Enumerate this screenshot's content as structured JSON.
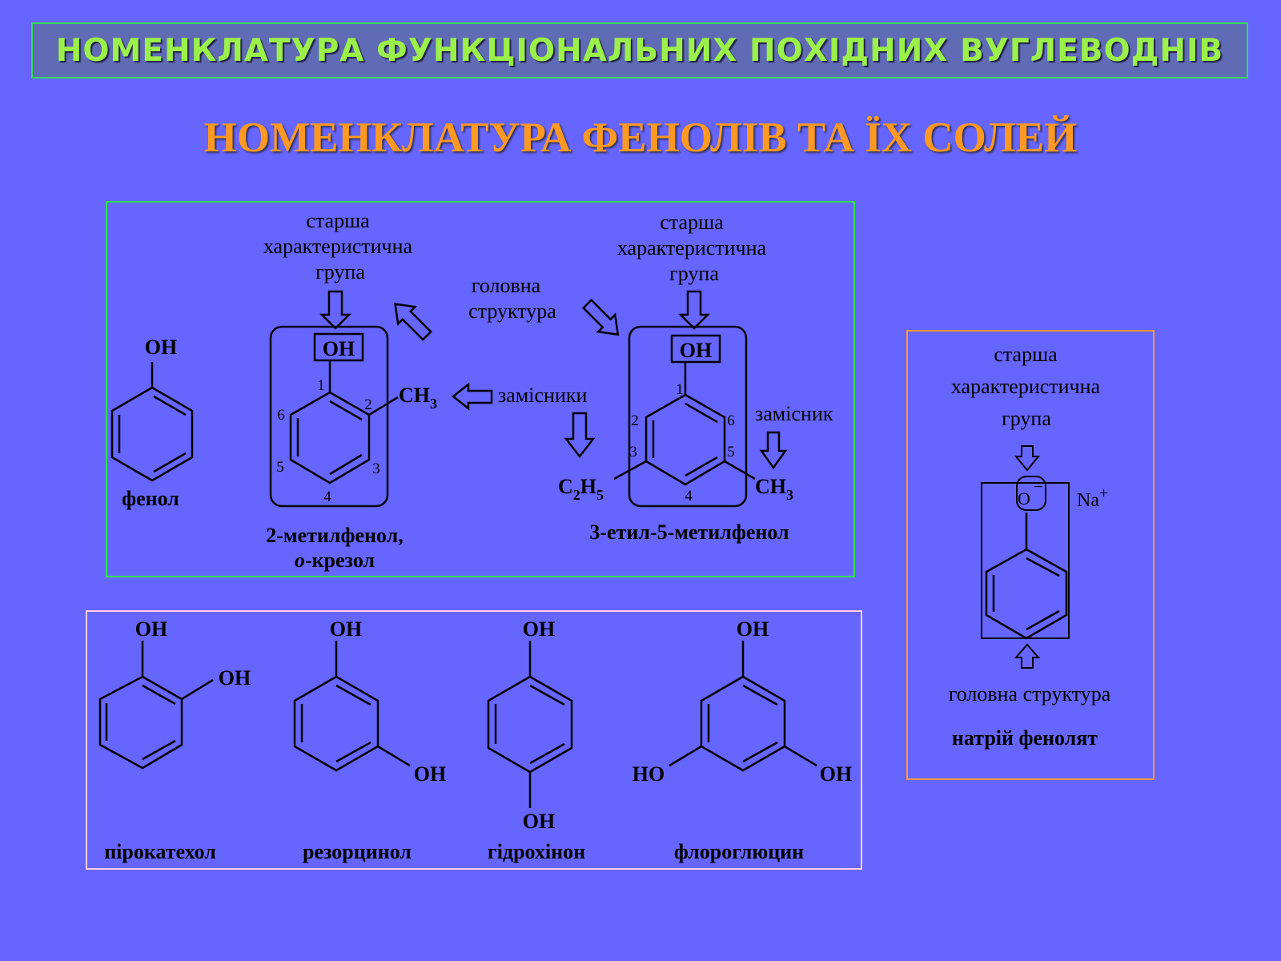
{
  "header": {
    "title": "НОМЕНКЛАТУРА ФУНКЦІОНАЛЬНИХ ПОХІДНИХ ВУГЛЕВОДНІВ",
    "subtitle": "НОМЕНКЛАТУРА ФЕНОЛІВ ТА ЇХ СОЛЕЙ"
  },
  "colors": {
    "background": "#6666ff",
    "banner_text": "#9cf04a",
    "subtitle": "#ff9922",
    "panel1_border": "#33dd55",
    "panel2_border": "#ffd0e0",
    "panel3_border": "#ff9944"
  },
  "labels": {
    "senior_group_line1": "старша",
    "senior_group_line2": "характеристична",
    "senior_group_line3": "група",
    "parent_line1": "головна",
    "parent_line2": "структура",
    "substituents": "замісники",
    "substituent": "замісник",
    "parent_structure": "головна структура"
  },
  "groups": {
    "oh": "OH",
    "ho": "HO",
    "ch3_main": "CH",
    "ch3_sub": "3",
    "c2h5_c": "C",
    "c2h5_2": "2",
    "c2h5_h": "H",
    "c2h5_5": "5",
    "o_minus": "O",
    "minus": "−",
    "na": "Na",
    "plus": "+"
  },
  "numbering": [
    "1",
    "2",
    "3",
    "4",
    "5",
    "6"
  ],
  "compounds": {
    "phenol": "фенол",
    "methylphenol_line1": "2-метилфенол,",
    "methylphenol_italic": "о",
    "methylphenol_rest": "-крезол",
    "ethylmethylphenol": "3-етил-5-метилфенол",
    "pyrocatechol": "пірокатехол",
    "resorcinol": "резорцинол",
    "hydroquinone": "гідрохінон",
    "phloroglucinol": "флороглюцин",
    "sodium_phenolate": "натрій фенолят"
  }
}
